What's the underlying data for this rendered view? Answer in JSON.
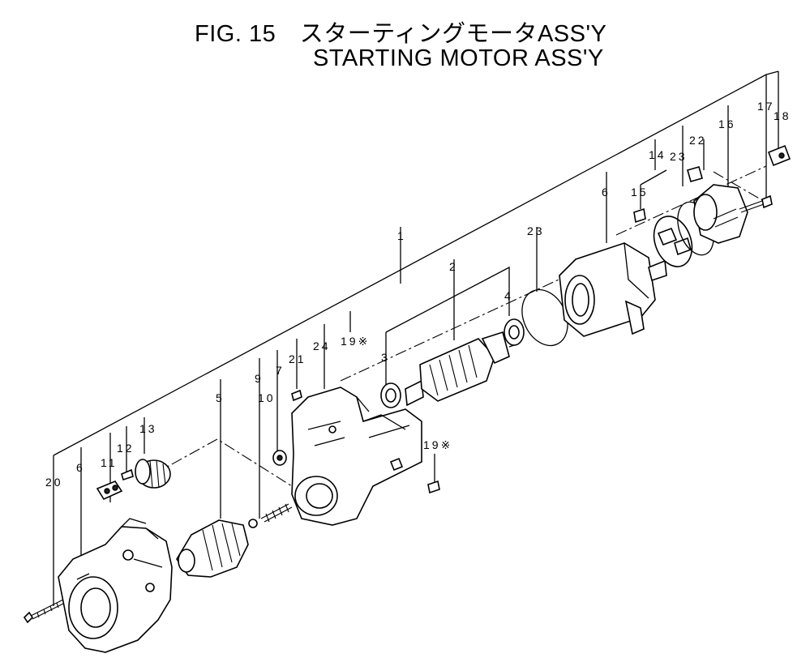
{
  "figure": {
    "title_jp": "FIG. 15　スターティングモータASS'Y",
    "title_en": "STARTING MOTOR ASS'Y"
  },
  "callouts": [
    {
      "id": "c1",
      "text": "1"
    },
    {
      "id": "c2",
      "text": "2"
    },
    {
      "id": "c3",
      "text": "3"
    },
    {
      "id": "c4",
      "text": "4"
    },
    {
      "id": "c5",
      "text": "5"
    },
    {
      "id": "c6a",
      "text": "6"
    },
    {
      "id": "c6b",
      "text": "6"
    },
    {
      "id": "c7",
      "text": "7"
    },
    {
      "id": "c9",
      "text": "9"
    },
    {
      "id": "c10",
      "text": "10"
    },
    {
      "id": "c11",
      "text": "11"
    },
    {
      "id": "c12",
      "text": "12"
    },
    {
      "id": "c13",
      "text": "13"
    },
    {
      "id": "c14",
      "text": "14"
    },
    {
      "id": "c15",
      "text": "15"
    },
    {
      "id": "c16",
      "text": "16"
    },
    {
      "id": "c17",
      "text": "17"
    },
    {
      "id": "c18",
      "text": "18"
    },
    {
      "id": "c19a",
      "text": "19※"
    },
    {
      "id": "c19b",
      "text": "19※"
    },
    {
      "id": "c20",
      "text": "20"
    },
    {
      "id": "c21",
      "text": "21"
    },
    {
      "id": "c22",
      "text": "22"
    },
    {
      "id": "c23a",
      "text": "23"
    },
    {
      "id": "c23b",
      "text": "23"
    },
    {
      "id": "c24",
      "text": "24"
    }
  ]
}
